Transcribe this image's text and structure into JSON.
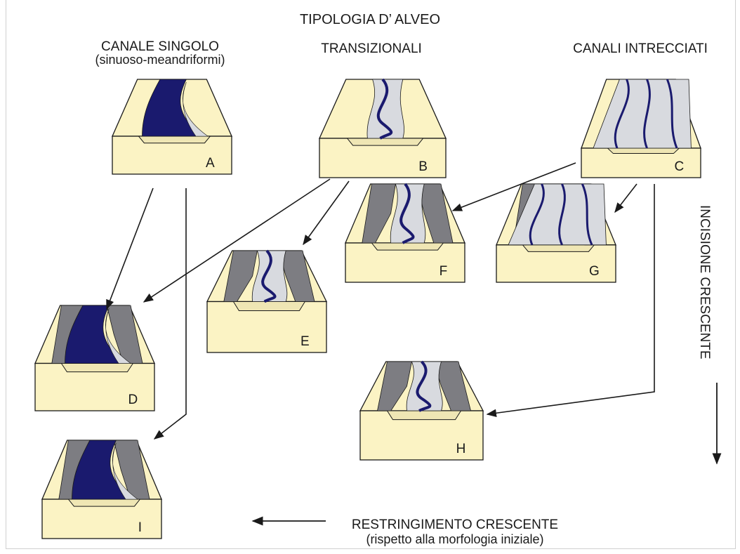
{
  "title": "TIPOLOGIA D’ ALVEO",
  "columns": {
    "single": {
      "line1": "CANALE SINGOLO",
      "line2": "(sinuoso-meandriformi)"
    },
    "transitional": "TRANSIZIONALI",
    "braided": "CANALI INTRECCIATI"
  },
  "axis_vertical": "INCISIONE CRESCENTE",
  "axis_horizontal": {
    "line1": "RESTRINGIMENTO CRESCENTE",
    "line2": "(rispetto alla morfologia iniziale)"
  },
  "blocks": [
    {
      "id": "A",
      "label": "A",
      "style": "single"
    },
    {
      "id": "B",
      "label": "B",
      "style": "transitional"
    },
    {
      "id": "C",
      "label": "C",
      "style": "braided"
    },
    {
      "id": "D",
      "label": "D",
      "style": "single-incised"
    },
    {
      "id": "E",
      "label": "E",
      "style": "transitional-incised"
    },
    {
      "id": "F",
      "label": "F",
      "style": "transitional-incised"
    },
    {
      "id": "G",
      "label": "G",
      "style": "braided-incised"
    },
    {
      "id": "H",
      "label": "H",
      "style": "transitional-incised"
    },
    {
      "id": "I",
      "label": "I",
      "style": "single-incised"
    }
  ],
  "arrows": [
    {
      "from": "A",
      "to": "D"
    },
    {
      "from": "A",
      "to": "I"
    },
    {
      "from": "B",
      "to": "D"
    },
    {
      "from": "B",
      "to": "E"
    },
    {
      "from": "C",
      "to": "F"
    },
    {
      "from": "C",
      "to": "G"
    },
    {
      "from": "C",
      "to": "H"
    }
  ],
  "colors": {
    "block_face": "#fbf3c4",
    "block_edge": "#1a1a1a",
    "water": "#1a1a6e",
    "bar": "#d8dadf",
    "terrace": "#7d7d82"
  }
}
